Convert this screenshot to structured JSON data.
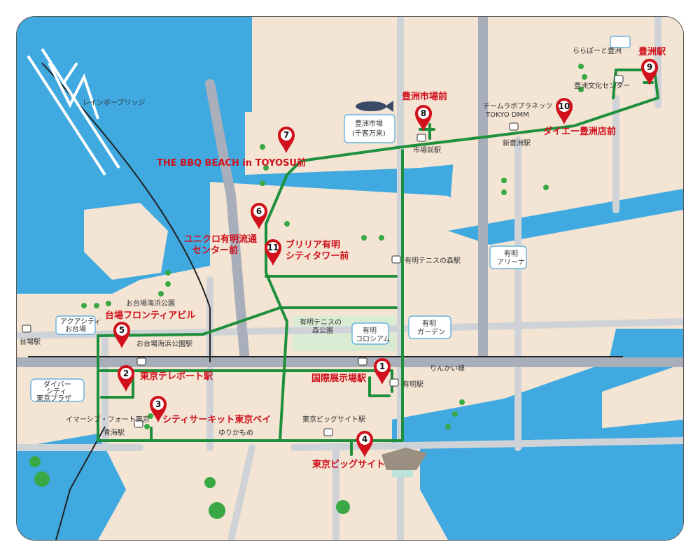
{
  "map": {
    "colors": {
      "sea": "#3fa9e0",
      "land": "#f3e4d3",
      "road": "#cfd3d8",
      "highway": "#a8aeba",
      "route": "#1e8f3c",
      "pin": "#d0101b",
      "park": "#d9ebd3",
      "tree": "#39a845"
    },
    "stops": [
      {
        "num": "1",
        "name": "国際展示場駅"
      },
      {
        "num": "2",
        "name": "東京テレポート駅"
      },
      {
        "num": "3",
        "name": "シティサーキット東京ベイ"
      },
      {
        "num": "4",
        "name": "東京ビッグサイト"
      },
      {
        "num": "5",
        "name": "台場フロンティアビル"
      },
      {
        "num": "6",
        "name": "ユニクロ有明流通",
        "name2": "センター前"
      },
      {
        "num": "7",
        "name": "THE BBQ BEACH in TOYOSU前"
      },
      {
        "num": "8",
        "name": "豊洲市場前"
      },
      {
        "num": "9",
        "name": "豊洲駅"
      },
      {
        "num": "10",
        "name": "ダイエー豊洲店前"
      },
      {
        "num": "11",
        "name": "ブリリア有明",
        "name2": "シティタワー前"
      }
    ],
    "stations": {
      "daiba": "台場駅",
      "odaiba_kaihin": "お台場海浜公園駅",
      "teleport": "東京テレポート駅",
      "kokusai": "有明駅",
      "aomi": "青海駅",
      "bigsight_st": "東京ビッグサイト駅",
      "ariake_tennis": "有明テニスの森駅",
      "shijomae": "市場前駅",
      "shintoyosu": "新豊洲駅"
    },
    "places": {
      "rainbow": "レインボーブリッジ",
      "aquacity_1": "アクアシティ",
      "aquacity_2": "お台場",
      "kaihin_park": "お台場海浜公園",
      "diver_1": "ダイバー",
      "diver_2": "シティ",
      "diver_3": "東京プラザ",
      "immersive": "イマーシブ・フォート東京",
      "yurikamome": "ゆりかもめ",
      "rinkai": "りんかい線",
      "tennis_park_1": "有明テニスの",
      "tennis_park_2": "森公園",
      "colosseum_1": "有明",
      "colosseum_2": "コロシアム",
      "garden_1": "有明",
      "garden_2": "ガーデン",
      "arena_1": "有明",
      "arena_2": "アリーナ",
      "market_1": "豊洲市場",
      "market_2": "(千客万来)",
      "teamlab_1": "チームラボプラネッツ",
      "teamlab_2": "TOKYO DMM",
      "lalaport": "ららぽーと豊洲",
      "bunka": "豊洲文化センター"
    }
  }
}
